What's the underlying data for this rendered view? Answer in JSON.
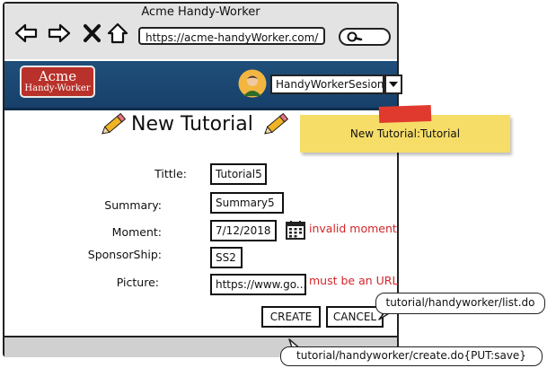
{
  "window": {
    "title": "Acme Handy-Worker"
  },
  "browser": {
    "url": "https://acme-handyWorker.com/",
    "icons": [
      "back-arrow-icon",
      "forward-arrow-icon",
      "close-icon",
      "home-icon",
      "search-icon"
    ]
  },
  "header": {
    "logo_top": "Acme",
    "logo_bottom": "Handy-Worker",
    "user_menu_label": "HandyWorkerSesion"
  },
  "page": {
    "title": "New Tutorial",
    "note": "New Tutorial:Tutorial"
  },
  "form": {
    "fields": [
      {
        "label": "Tittle:",
        "value": "Tutorial5"
      },
      {
        "label": "Summary:",
        "value": "Summary5"
      },
      {
        "label": "Moment:",
        "value": "7/12/2018",
        "error": "invalid moment"
      },
      {
        "label": "SponsorShip:",
        "value": "SS2"
      },
      {
        "label": "Picture:",
        "value": "https://www.go...",
        "error": "must be an URL"
      }
    ],
    "create_label": "CREATE",
    "cancel_label": "CANCEL"
  },
  "callouts": {
    "cancel_target": "tutorial/handyworker/list.do",
    "create_target": "tutorial/handyworker/create.do{PUT:save}"
  },
  "colors": {
    "banner": "#1f4f7a",
    "logo": "#b8312a",
    "error": "#d3262a",
    "sticky": "#f5dd68",
    "tape": "#e03a2e"
  }
}
